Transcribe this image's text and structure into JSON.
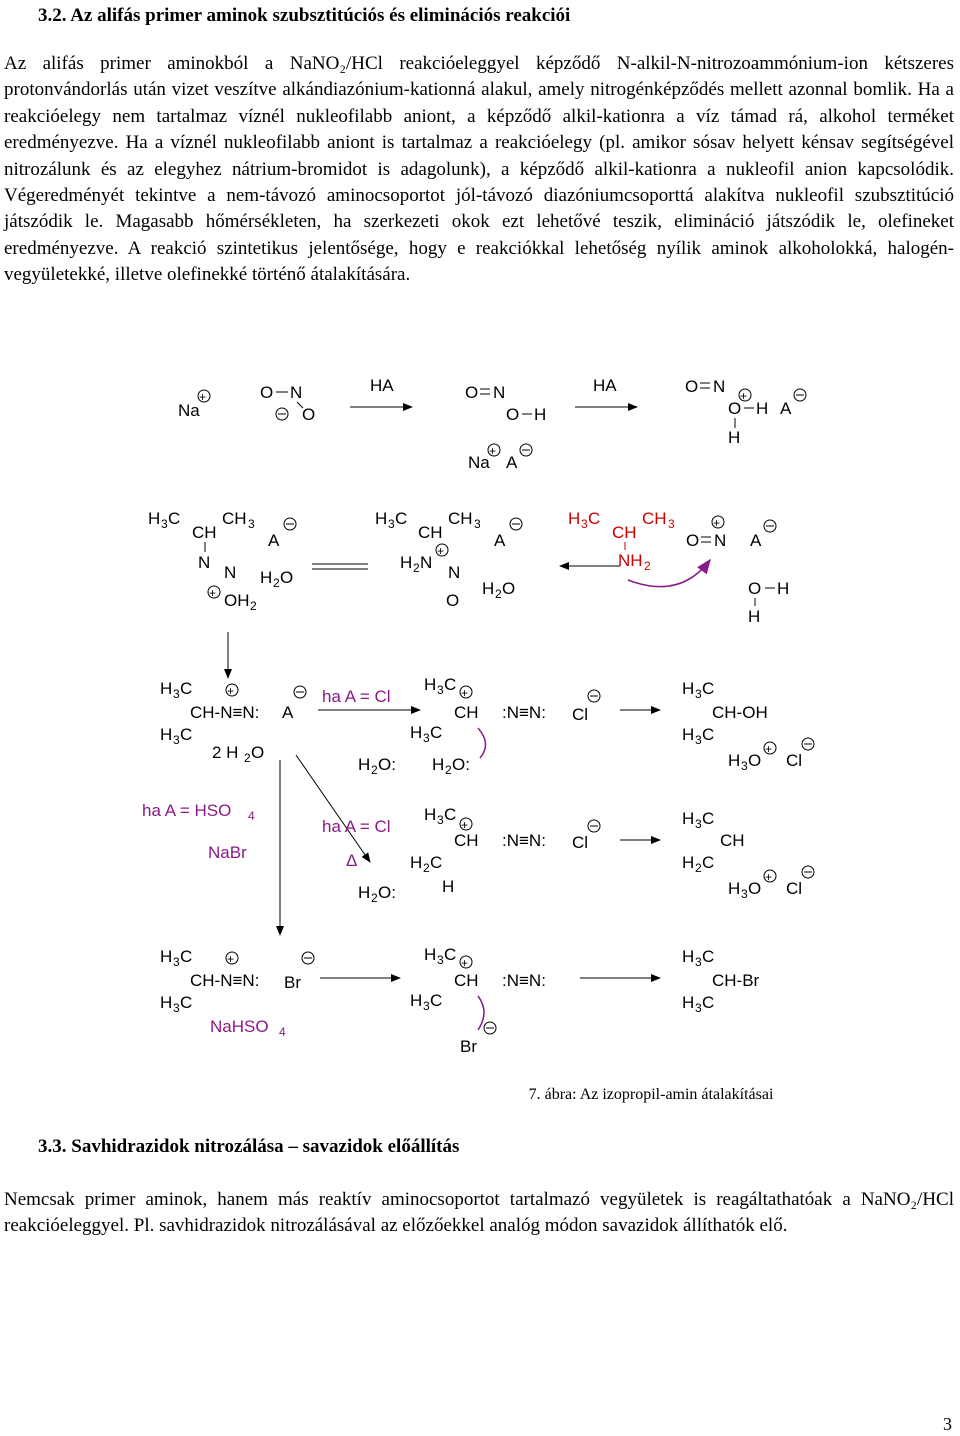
{
  "section1": {
    "title": "3.2. Az alifás primer aminok szubsztitúciós és eliminációs reakciói",
    "paragraph": "Az alifás primer aminokból a NaNO₂/HCl reakcióeleggyel képződő N-alkil-N-nitrozoammónium-ion kétszeres protonvándorlás után vizet veszítve alkándiazónium-kationná alakul, amely nitrogénképződés mellett azonnal bomlik. Ha a reakcióelegy nem tartalmaz víznél nukleofilabb aniont, a képződő alkil-kationra a víz támad rá, alkohol terméket eredményezve. Ha a víznél nukleofilabb aniont is tartalmaz a reakcióelegy (pl. amikor sósav helyett kénsav segítségével nitrozálunk és az elegyhez nátrium-bromidot is adagolunk), a képződő alkil-kationra a nukleofil anion kapcsolódik. Végeredményét tekintve a nem-távozó aminocsoportot jól-távozó diazóniumcsoporttá alakítva nukleofil szubsztitúció játszódik le. Magasabb hőmérsékleten, ha szerkezeti okok ezt lehetővé teszik, elimináció játszódik le, olefineket eredményezve. A reakció szintetikus jelentősége, hogy e reakciókkal lehetőség nyílik aminok alkoholokká, halogén-vegyületekké, illetve olefinekké történő átalakítására."
  },
  "scheme": {
    "row1": {
      "na": "Na",
      "o": "O",
      "n": "N",
      "ha": "HA",
      "h": "H",
      "a": "A"
    },
    "row2": {
      "h3c": "H",
      "ch": "CH",
      "ch3": "CH",
      "n": "N",
      "a": "A",
      "h2o": "H",
      "oh2": "OH",
      "o": "O",
      "nh2": "NH",
      "h": "H"
    },
    "labels": {
      "ha_cl": "ha A = Cl",
      "ha_hso4": "ha A = HSO",
      "nabr": "NaBr",
      "delta": "Δ",
      "nahso4": "NaHSO",
      "two_h2o": "2 H",
      "cl": "Cl",
      "br": "Br",
      "h3o": "H",
      "nn": ":N≡N:",
      "ch_oh": "CH-OH",
      "ch_br": "CH-Br",
      "ch_nn": "CH-N≡N:",
      "h2c": "H",
      "sub3": "3",
      "sub2": "2",
      "sub4": "4"
    },
    "colors": {
      "purple": "#8b1a89",
      "red": "#cc0000",
      "black": "#000000"
    }
  },
  "caption": "7. ábra:  Az izopropil-amin átalakításai",
  "section2": {
    "title": "3.3. Savhidrazidok nitrozálása – savazidok előállítás",
    "paragraph": "Nemcsak primer aminok, hanem más reaktív aminocsoportot tartalmazó vegyületek is reagáltathatóak a NaNO₂/HCl reakcióeleggyel. Pl. savhidrazidok nitrozálásával az előzőekkel analóg módon savazidok állíthatók elő."
  },
  "page_number": "3"
}
